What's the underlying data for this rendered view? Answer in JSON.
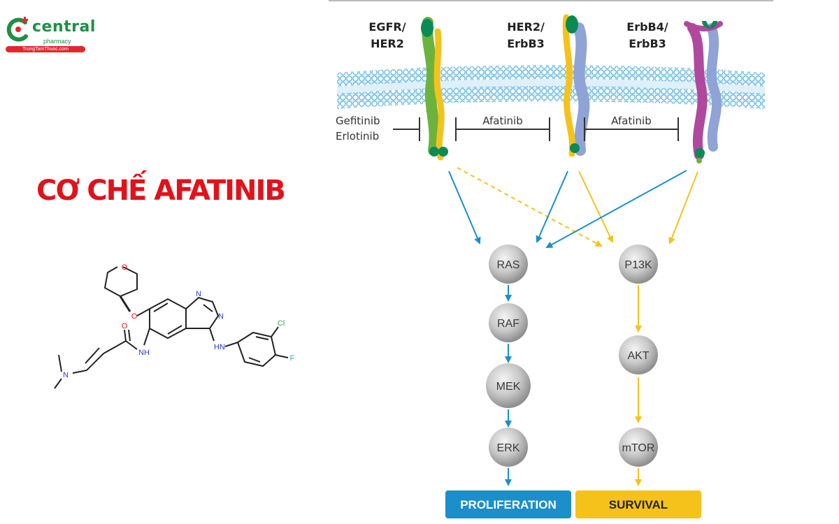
{
  "logo": {
    "name": "central",
    "subtitle": "pharmacy",
    "url": "TrungTamThuoc.com"
  },
  "title": "CƠ CHẾ AFATINIB",
  "receptors": [
    {
      "line1": "EGFR/",
      "line2": "HER2"
    },
    {
      "line1": "HER2/",
      "line2": "ErbB3"
    },
    {
      "line1": "ErbB4/",
      "line2": "ErbB3"
    }
  ],
  "inhibitors": {
    "first_gen": [
      "Gefitinib",
      "Erlotinib"
    ],
    "afatinib_1": "Afatinib",
    "afatinib_2": "Afatinib"
  },
  "pathways": {
    "ras_chain": [
      "RAS",
      "RAF",
      "MEK",
      "ERK"
    ],
    "pi3k_chain": [
      "P13K",
      "AKT",
      "mTOR"
    ]
  },
  "outcomes": {
    "proliferation": "PROLIFERATION",
    "survival": "SURVIVAL"
  },
  "molecule_atoms": {
    "o_ring": "O",
    "o_ether": "O",
    "n_ring_top": "N",
    "n_ring_right": "N",
    "o_carbonyl": "O",
    "nh_amide": "NH",
    "nh_aniline": "HN",
    "n_amine": "N",
    "cl": "Cl",
    "f": "F"
  },
  "colors": {
    "blue": "#1a8fc9",
    "yellow": "#f5c21b",
    "green_receptor": "#6cb33e",
    "purple_receptor": "#b0499d",
    "lavender_receptor": "#8fa3d6",
    "title_red": "#e0121a",
    "logo_green": "#1f8f44"
  }
}
